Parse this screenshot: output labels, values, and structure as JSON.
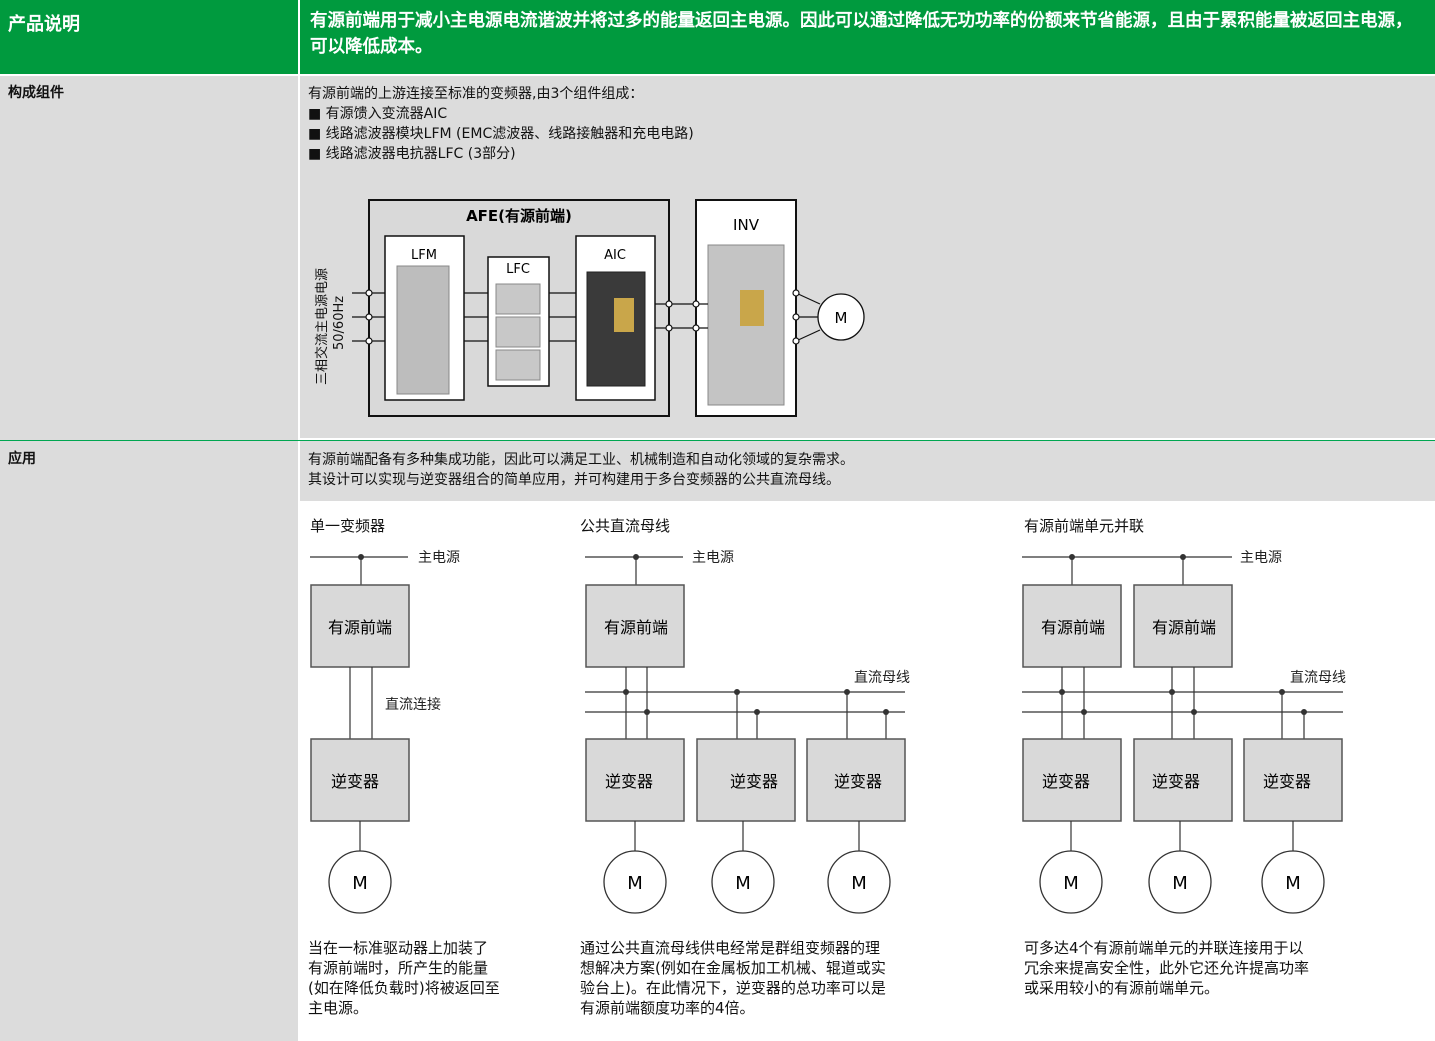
{
  "header": {
    "label": "产品说明",
    "description": "有源前端用于减小主电源电流谐波并将过多的能量返回主电源。因此可以通过降低无功功率的份额来节省能源，且由于累积能量被返回主电源，可以降低成本。"
  },
  "components": {
    "label": "构成组件",
    "intro": "有源前端的上游连接至标准的变频器,由3个组件组成：",
    "items": [
      "■ 有源馈入变流器AIC",
      "■ 线路滤波器模块LFM (EMC滤波器、线路接触器和充电电路)",
      "■ 线路滤波器电抗器LFC (3部分)"
    ],
    "diagram": {
      "afe_title": "AFE(有源前端)",
      "inv_title": "INV",
      "lfm": "LFM",
      "lfc": "LFC",
      "aic": "AIC",
      "motor": "M",
      "supply_line1": "三相交流主电源电源",
      "supply_line2": "50/60Hz"
    }
  },
  "application": {
    "label": "应用",
    "intro_line1": "有源前端配备有多种集成功能，因此可以满足工业、机械制造和自动化领域的复杂需求。",
    "intro_line2": "其设计可以实现与逆变器组合的简单应用，并可构建用于多台变频器的公共直流母线。",
    "single": {
      "title": "单一变频器",
      "mains": "主电源",
      "afe": "有源前端",
      "dc_link": "直流连接",
      "inverter": "逆变器",
      "motor": "M",
      "desc": [
        "当在一标准驱动器上加装了",
        "有源前端时，所产生的能量",
        "(如在降低负载时)将被返回至",
        "主电源。"
      ]
    },
    "common_bus": {
      "title": "公共直流母线",
      "mains": "主电源",
      "afe": "有源前端",
      "dc_bus": "直流母线",
      "inverters": [
        "逆变器",
        "逆变器",
        "逆变器"
      ],
      "motors": [
        "M",
        "M",
        "M"
      ],
      "desc": [
        "通过公共直流母线供电经常是群组变频器的理",
        "想解决方案(例如在金属板加工机械、辊道或实",
        "验台上)。在此情况下，逆变器的总功率可以是",
        "有源前端额度功率的4倍。"
      ]
    },
    "parallel": {
      "title": "有源前端单元并联",
      "mains": "主电源",
      "afes": [
        "有源前端",
        "有源前端"
      ],
      "dc_bus": "直流母线",
      "inverters": [
        "逆变器",
        "逆变器",
        "逆变器"
      ],
      "motors": [
        "M",
        "M",
        "M"
      ],
      "desc": [
        "可多达4个有源前端单元的并联连接用于以",
        "冗余来提高安全性，此外它还允许提高功率",
        "或采用较小的有源前端单元。"
      ]
    }
  },
  "colors": {
    "brand_green": "#009a3e",
    "panel_grey": "#dcdcdc",
    "box_grey": "#d9d9d9"
  }
}
